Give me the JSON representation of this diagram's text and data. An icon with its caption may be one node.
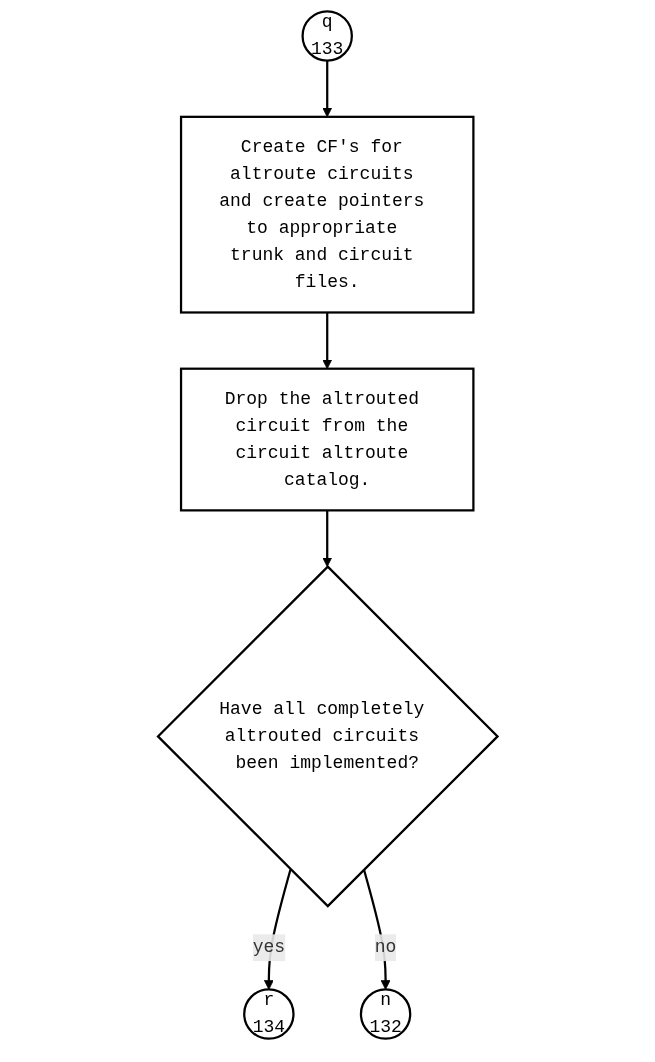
{
  "diagram": {
    "nodes": [
      {
        "text": [
          "q",
          "133"
        ]
      },
      {
        "text": [
          "Create CF's for altroute circuits and create pointers to appropriate trunk and circuit files."
        ]
      },
      {
        "text": [
          "Drop the altrouted circuit from the circuit altroute catalog."
        ]
      },
      {
        "text": [
          "Have all completely altrouted circuits been implemented?"
        ]
      },
      {
        "text": [
          "r",
          "134"
        ]
      },
      {
        "text": [
          "n",
          "132"
        ]
      }
    ],
    "edges": [
      {
        "from": 0,
        "to": 1,
        "arrow": "to"
      },
      {
        "from": 1,
        "to": 2,
        "arrow": "to"
      },
      {
        "from": 2,
        "to": 3,
        "arrow": "to"
      },
      {
        "from": 3,
        "to": 4,
        "arrow": "to",
        "label": "yes"
      },
      {
        "from": 3,
        "to": 5,
        "arrow": "to",
        "label": "no"
      }
    ]
  }
}
